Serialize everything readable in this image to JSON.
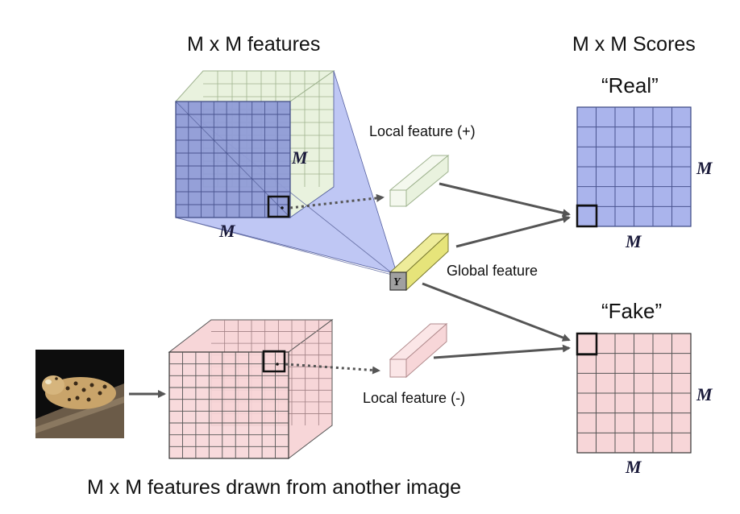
{
  "top_features_title": "M x M features",
  "scores_title": "M x M Scores",
  "bottom_features_title": "M x M features drawn from another image",
  "local_feature_pos": "Local feature (+)",
  "local_feature_neg": "Local feature (-)",
  "global_feature": "Global feature",
  "real_label": "“Real”",
  "fake_label": "“Fake”",
  "m_symbol": "M",
  "y_symbol": "Y",
  "colors": {
    "blue_fill": "#aab4ec",
    "blue_front": "#8f9bd6",
    "blue_grid": "#4a5590",
    "green_fill": "#e9f2de",
    "green_grid": "#9fb38f",
    "pink_fill": "#f7d6d8",
    "pink_grid": "#555555",
    "yellow_fill": "#e6e47a",
    "arrow": "#555555"
  },
  "grid": {
    "cube_cells": 9,
    "score_cells": 6
  }
}
